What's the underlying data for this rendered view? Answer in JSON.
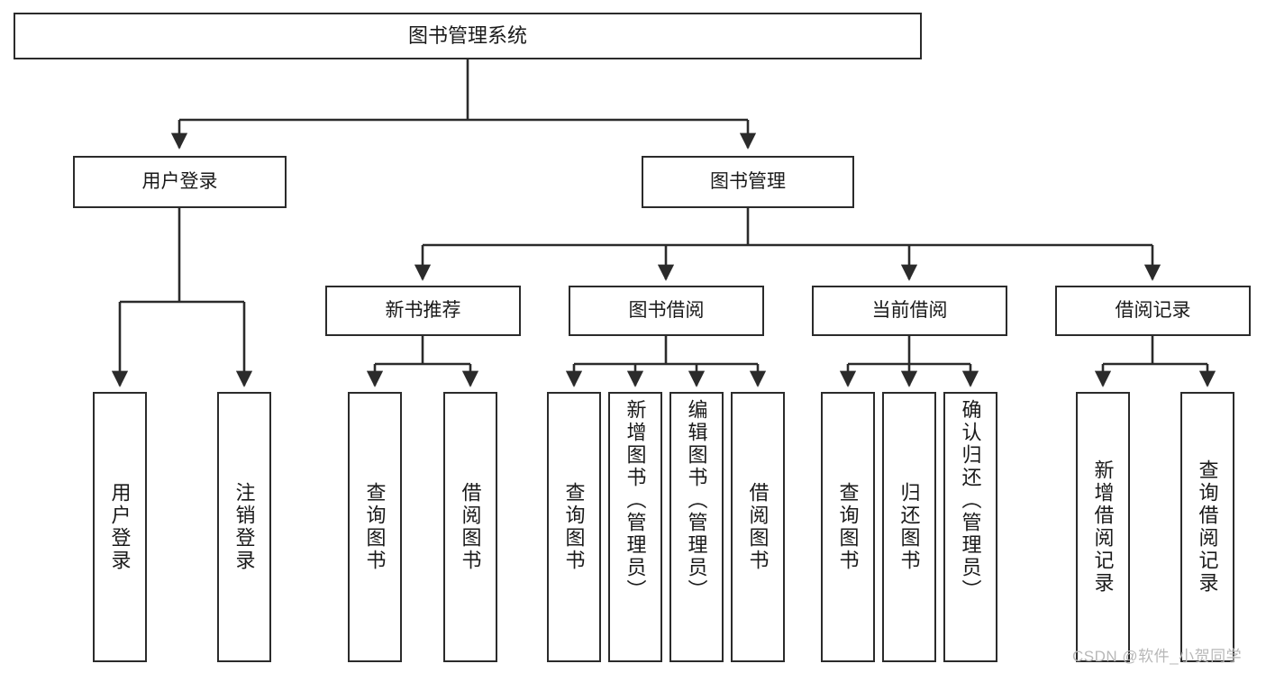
{
  "diagram": {
    "title": "图书管理系统",
    "type": "tree-hierarchy-chart",
    "watermark": "CSDN @软件_小贺同学",
    "line_color": "#2b2b2b",
    "box_fill": "#ffffff",
    "text_color": "#1a1a1a"
  },
  "nodes": {
    "root": {
      "label": "图书管理系统"
    },
    "level2": [
      {
        "label": "用户登录"
      },
      {
        "label": "图书管理"
      }
    ],
    "level3": [
      {
        "label": "新书推荐"
      },
      {
        "label": "图书借阅"
      },
      {
        "label": "当前借阅"
      },
      {
        "label": "借阅记录"
      }
    ],
    "leaves": {
      "user_login": [
        {
          "label": "用户登录"
        },
        {
          "label": "注销登录"
        }
      ],
      "new_book_recommend": [
        {
          "label": "查询图书"
        },
        {
          "label": "借阅图书"
        }
      ],
      "book_borrow": [
        {
          "label": "查询图书"
        },
        {
          "label": "新增图书（管理员）"
        },
        {
          "label": "编辑图书（管理员）"
        },
        {
          "label": "借阅图书"
        }
      ],
      "current_borrow": [
        {
          "label": "查询图书"
        },
        {
          "label": "归还图书"
        },
        {
          "label": "确认归还（管理员）"
        }
      ],
      "borrow_record": [
        {
          "label": "新增借阅记录"
        },
        {
          "label": "查询借阅记录"
        }
      ]
    }
  },
  "chart_data": {
    "type": "table",
    "title": "图书管理系统 功能结构图",
    "tree": {
      "name": "图书管理系统",
      "children": [
        {
          "name": "用户登录",
          "children": [
            {
              "name": "用户登录"
            },
            {
              "name": "注销登录"
            }
          ]
        },
        {
          "name": "图书管理",
          "children": [
            {
              "name": "新书推荐",
              "children": [
                {
                  "name": "查询图书"
                },
                {
                  "name": "借阅图书"
                }
              ]
            },
            {
              "name": "图书借阅",
              "children": [
                {
                  "name": "查询图书"
                },
                {
                  "name": "新增图书（管理员）"
                },
                {
                  "name": "编辑图书（管理员）"
                },
                {
                  "name": "借阅图书"
                }
              ]
            },
            {
              "name": "当前借阅",
              "children": [
                {
                  "name": "查询图书"
                },
                {
                  "name": "归还图书"
                },
                {
                  "name": "确认归还（管理员）"
                }
              ]
            },
            {
              "name": "借阅记录",
              "children": [
                {
                  "name": "新增借阅记录"
                },
                {
                  "name": "查询借阅记录"
                }
              ]
            }
          ]
        }
      ]
    }
  }
}
